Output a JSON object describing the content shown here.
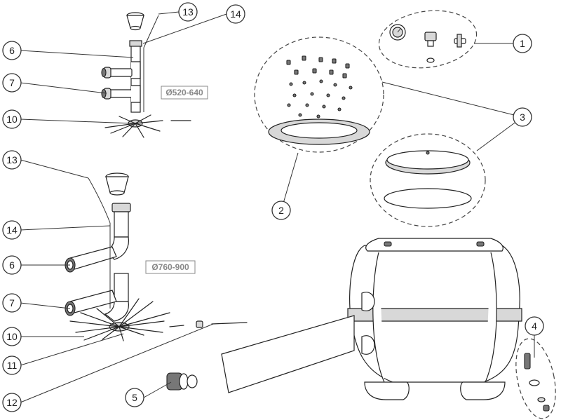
{
  "colors": {
    "line": "#222222",
    "fill_grey": "#d8d8d8",
    "label_grey": "#888888"
  },
  "diagram": {
    "size_labels": [
      {
        "id": "small",
        "text": "Ø520-640"
      },
      {
        "id": "large",
        "text": "Ø760-900"
      }
    ],
    "callouts": [
      {
        "id": "c13a",
        "text": "13"
      },
      {
        "id": "c14a",
        "text": "14"
      },
      {
        "id": "c6a",
        "text": "6"
      },
      {
        "id": "c7a",
        "text": "7"
      },
      {
        "id": "c10a",
        "text": "10"
      },
      {
        "id": "c13b",
        "text": "13"
      },
      {
        "id": "c14b",
        "text": "14"
      },
      {
        "id": "c6b",
        "text": "6"
      },
      {
        "id": "c7b",
        "text": "7"
      },
      {
        "id": "c10b",
        "text": "10"
      },
      {
        "id": "c11",
        "text": "11"
      },
      {
        "id": "c12",
        "text": "12"
      },
      {
        "id": "c5",
        "text": "5"
      },
      {
        "id": "c1",
        "text": "1"
      },
      {
        "id": "c2",
        "text": "2"
      },
      {
        "id": "c3",
        "text": "3"
      },
      {
        "id": "c4",
        "text": "4"
      }
    ]
  }
}
